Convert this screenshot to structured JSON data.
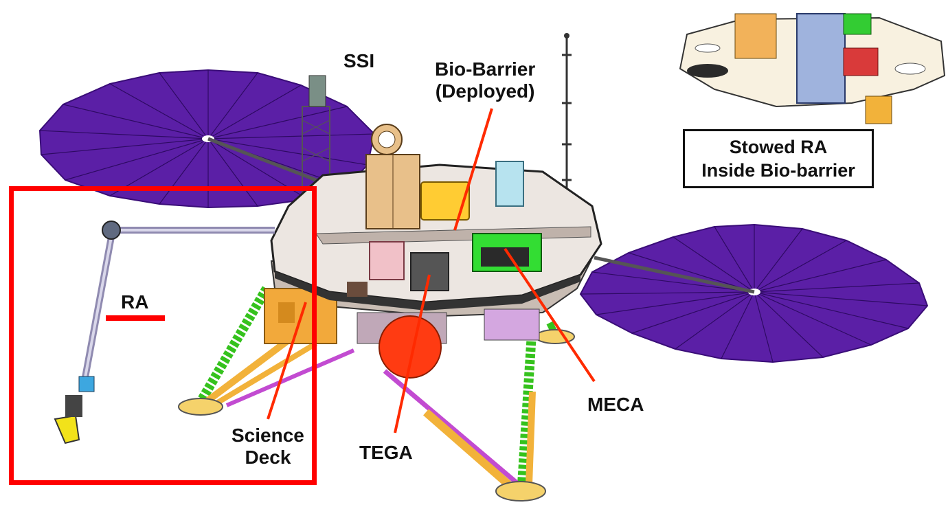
{
  "labels": {
    "ssi": "SSI",
    "bio_barrier_line1": "Bio-Barrier",
    "bio_barrier_line2": "(Deployed)",
    "ra": "RA",
    "science_deck_line1": "Science",
    "science_deck_line2": "Deck",
    "tega": "TEGA",
    "meca": "MECA"
  },
  "inset": {
    "caption_line1": "Stowed RA",
    "caption_line2": "Inside Bio-barrier"
  },
  "colors": {
    "solar_panel": "#5b1fa6",
    "solar_panel_lines": "#2e0a63",
    "highlight": "#ff0000",
    "leader_line": "#ff2a00",
    "deck": "#ece6e1",
    "leg_green": "#35c21d",
    "leg_orange": "#f2b23a",
    "leg_magenta": "#c24bd1",
    "tega_red": "#ff3b12",
    "meca_green": "#33dd33",
    "box_tan": "#e8c08a"
  }
}
